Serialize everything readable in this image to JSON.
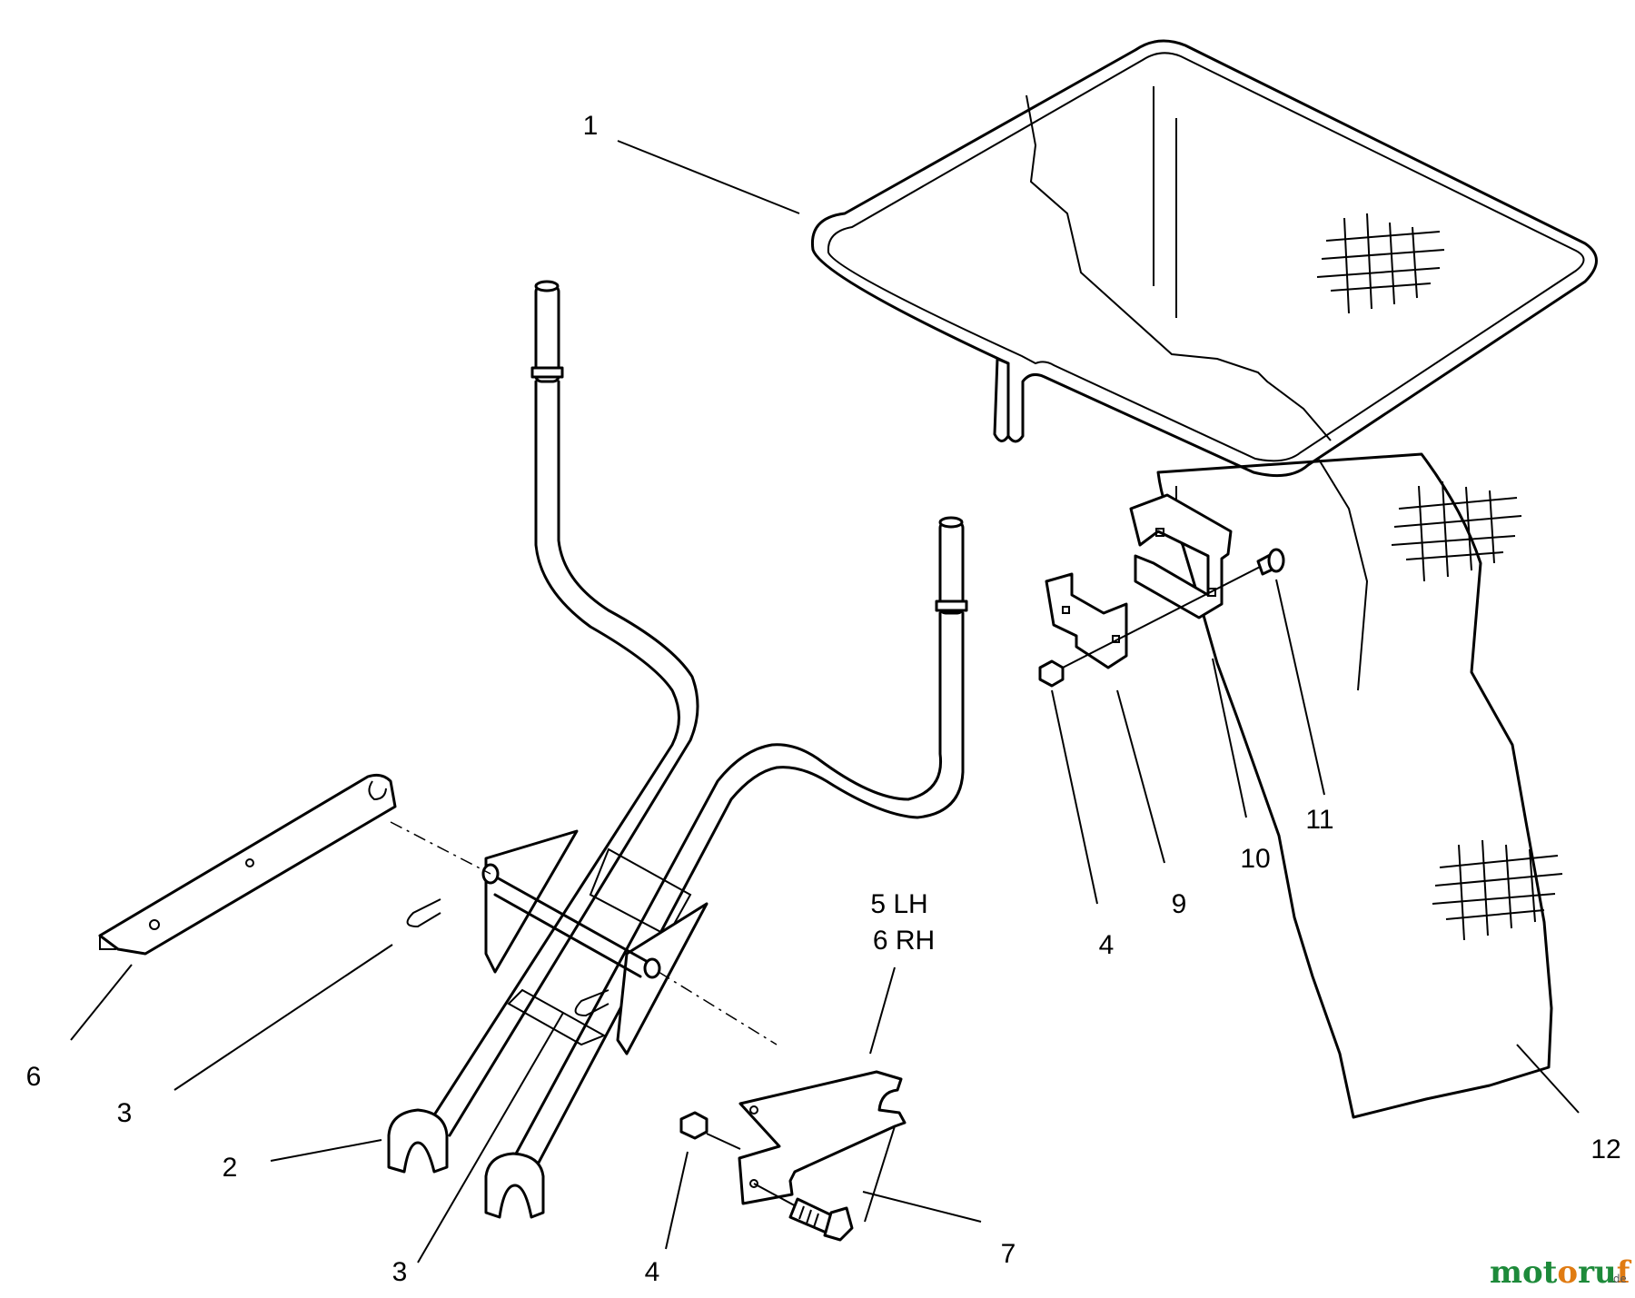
{
  "callouts": [
    {
      "id": "c1",
      "text": "1"
    },
    {
      "id": "c2",
      "text": "2"
    },
    {
      "id": "c3a",
      "text": "3"
    },
    {
      "id": "c3b",
      "text": "3"
    },
    {
      "id": "c4a",
      "text": "4"
    },
    {
      "id": "c4b",
      "text": "4"
    },
    {
      "id": "c5",
      "text": "5 LH"
    },
    {
      "id": "c6rh",
      "text": "6 RH"
    },
    {
      "id": "c6",
      "text": "6"
    },
    {
      "id": "c7",
      "text": "7"
    },
    {
      "id": "c9",
      "text": "9"
    },
    {
      "id": "c10",
      "text": "10"
    },
    {
      "id": "c11",
      "text": "11"
    },
    {
      "id": "c12",
      "text": "12"
    }
  ],
  "watermark": {
    "brand": "motoruf",
    "suffix": ".de",
    "colors": {
      "green": "#1d8a3a",
      "orange": "#e07b12",
      "gray": "#555555"
    }
  }
}
